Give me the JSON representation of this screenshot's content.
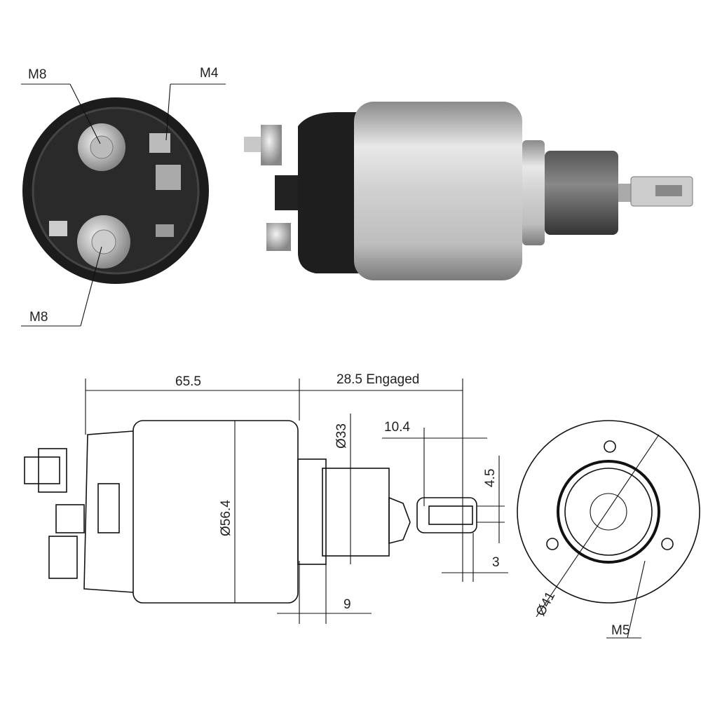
{
  "photo_labels": {
    "terminal_top": "M8",
    "terminal_small": "M4",
    "terminal_bottom": "M8"
  },
  "dimensions": {
    "body_length": "65.5",
    "engaged_stroke": "28.5 Engaged",
    "nose_diameter": "Ø33",
    "tab_length": "10.4",
    "slot_width": "4.5",
    "body_diameter": "Ø56.4",
    "flange_thickness": "9",
    "tab_thickness": "3",
    "bolt_circle": "Ø41",
    "mount_thread": "M5"
  }
}
